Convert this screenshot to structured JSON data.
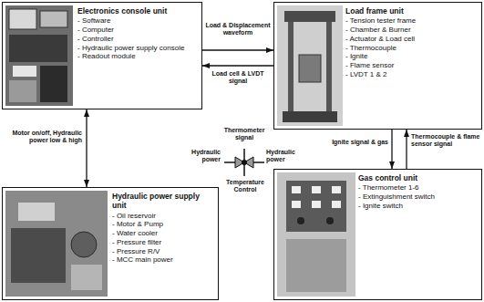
{
  "diagram": {
    "nodes": [
      {
        "text": [
          "Electronics console unit",
          "- Software",
          "- Computer",
          "- Controller",
          "- Hydraulic power supply console",
          "- Readout module"
        ]
      },
      {
        "text": [
          "Load frame unit",
          "- Tension tester frame",
          "- Chamber & Burner",
          "- Actuator & Load cell",
          "- Thermocouple",
          "- Ignite",
          "- Flame sensor",
          "- LVDT 1 & 2"
        ]
      },
      {
        "text": [
          "Hydraulic power supply unit",
          "- Oil reservoir",
          "- Motor & Pump",
          "- Water cooler",
          "- Pressure filter",
          "- Pressure R/V",
          "- MCC main power"
        ]
      },
      {
        "text": [
          "Gas control unit",
          "- Thermometer 1-6",
          "- Extinguishment switch",
          "- Ignite switch"
        ]
      }
    ],
    "edges": [
      {
        "from": 0,
        "to": 1,
        "label": "Load & Displacement waveform",
        "arrow": "to"
      },
      {
        "from": 1,
        "to": 0,
        "label": "Load cell & LVDT signal",
        "arrow": "to"
      },
      {
        "from": 0,
        "to": 2,
        "label": "Motor on/off, Hydraulic power low & high",
        "arrow": "both"
      },
      {
        "from": 1,
        "to": 3,
        "label": "Ignite signal & gas",
        "arrow": "to"
      },
      {
        "from": 3,
        "to": 1,
        "label": "Thermocouple & flame sensor signal",
        "arrow": "to"
      }
    ],
    "labels": [
      "Thermometer signal",
      "Hydraulic power",
      "Hydraulic power",
      "Temperature Control"
    ]
  }
}
